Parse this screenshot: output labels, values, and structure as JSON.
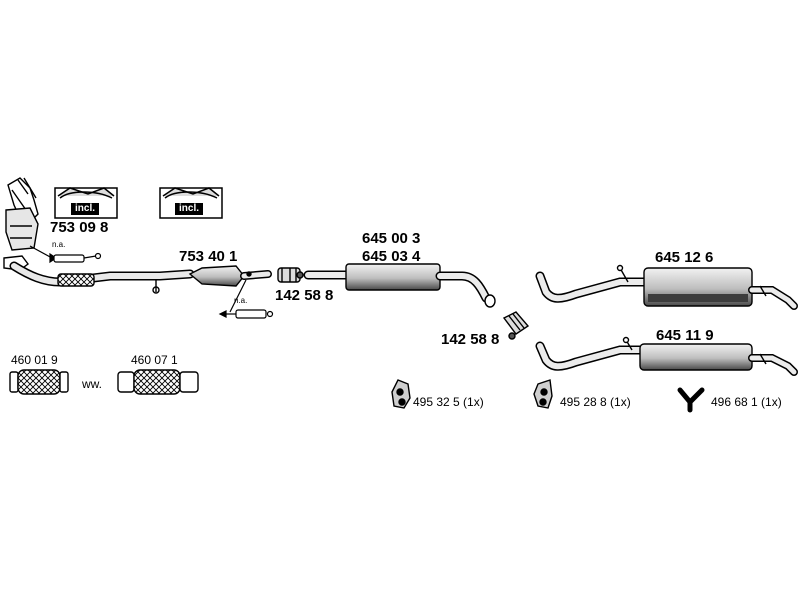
{
  "parts": {
    "manifold_kit": "753 09 8",
    "manifold_incl": "incl.",
    "gasket_kit_incl": "incl.",
    "front_na": "n.a.",
    "catalyst": "753 40 1",
    "cat_na": "n.a.",
    "clamp_1": "142 58 8",
    "middle_a": "645 00 3",
    "middle_b": "645 03 4",
    "clamp_2": "142 58 8",
    "rear_a": "645 12 6",
    "rear_b": "645 11 9",
    "flex_a": "460 01 9",
    "flex_ww": "ww.",
    "flex_b": "460 07 1",
    "mount_a": "495 32 5 (1x)",
    "mount_b": "495 28 8 (1x)",
    "mount_c": "496 68 1 (1x)"
  },
  "colors": {
    "line": "#000000",
    "fill_light": "#ffffff",
    "fill_shade": "#cfcfcf",
    "fill_dark": "#5a5a5a"
  }
}
